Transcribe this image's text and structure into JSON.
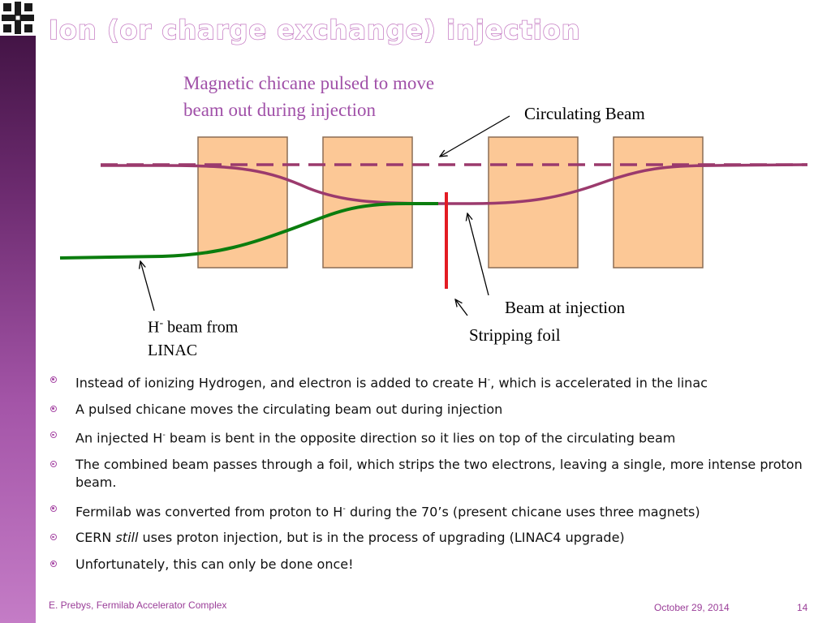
{
  "slide": {
    "title": "Ion (or charge exchange) injection",
    "logo": "fermilab-logo-icon"
  },
  "diagram": {
    "label_chicane_line1": "Magnetic chicane pulsed to move",
    "label_chicane_line2": "beam out during injection",
    "label_circulating": "Circulating Beam",
    "label_injection": "Beam at injection",
    "label_foil": "Stripping foil",
    "label_hminus_h": "H",
    "label_hminus_sup": "-",
    "label_hminus_rest": " beam from",
    "label_hminus_line2": "LINAC",
    "colors": {
      "magnet_fill": "#fcc896",
      "magnet_stroke": "#8b6d55",
      "circulating_beam": "#9b3a6d",
      "h_minus_beam": "#0b7d0e",
      "foil": "#e31b23",
      "chicane_label": "#a050a8"
    }
  },
  "bullets": [
    {
      "pre": "Instead of ionizing Hydrogen, and electron is added to create H",
      "sup": "-",
      "post": ", which is accelerated in the linac"
    },
    {
      "text": "A pulsed chicane moves the circulating beam out during injection"
    },
    {
      "pre": "An injected H",
      "sup": "-",
      "post": " beam is bent in the opposite direction so it lies on top of the circulating beam"
    },
    {
      "text": "The combined beam passes through a foil, which strips the two electrons, leaving a single, more intense proton beam."
    },
    {
      "pre": "Fermilab was converted from proton to H",
      "sup": "-",
      "post": " during the 70’s (present chicane uses three magnets)"
    },
    {
      "pre": "CERN ",
      "em": "still",
      "post": " uses proton injection, but is in the process of upgrading (LINAC4 upgrade)"
    },
    {
      "text": "Unfortunately, this can only be done once!"
    }
  ],
  "footer": {
    "author": "E. Prebys, Fermilab Accelerator Complex",
    "date": "October 29, 2014",
    "page": "14"
  }
}
